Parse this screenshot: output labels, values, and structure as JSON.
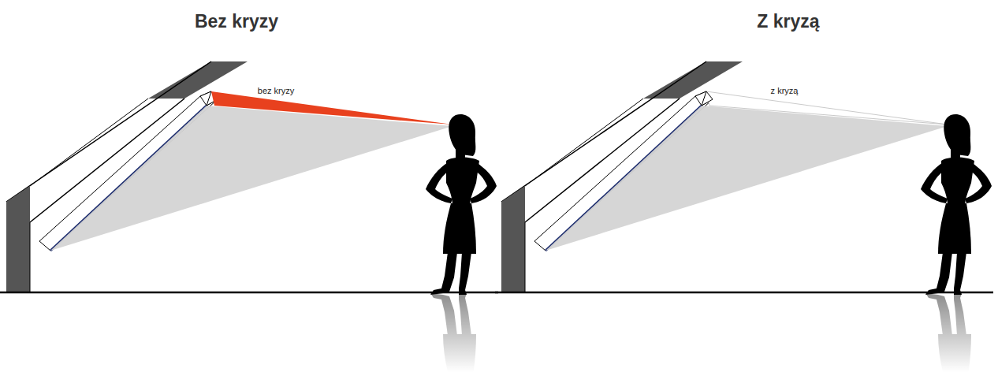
{
  "diagram": {
    "labels": [
      "Bez kryzy",
      "Z kryzą",
      "bez kryzy",
      "z kryzą"
    ]
  }
}
